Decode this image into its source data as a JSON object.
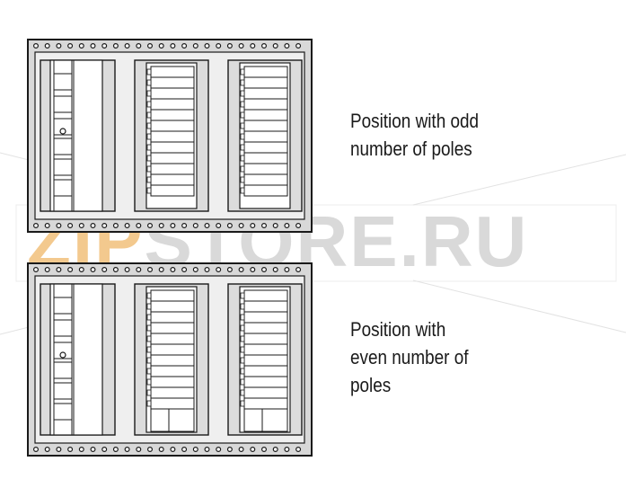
{
  "watermark": "ZIPSTORE.RU",
  "watermark_colors": {
    "zip": "#f3c98e",
    "store": "#d9d9d9"
  },
  "captions": {
    "odd": {
      "line1": "Position with odd",
      "line2": "number of poles"
    },
    "even": {
      "line1": "Position with",
      "line2": "even number of",
      "line3": "poles"
    }
  },
  "colors": {
    "frame": "#d8d8d8",
    "outline": "#1a1a1a",
    "slot": "#ffffff",
    "module": "#dcdcdc"
  },
  "icons": [
    "rail-frame",
    "mounting-hole",
    "circuit-breaker-module"
  ]
}
